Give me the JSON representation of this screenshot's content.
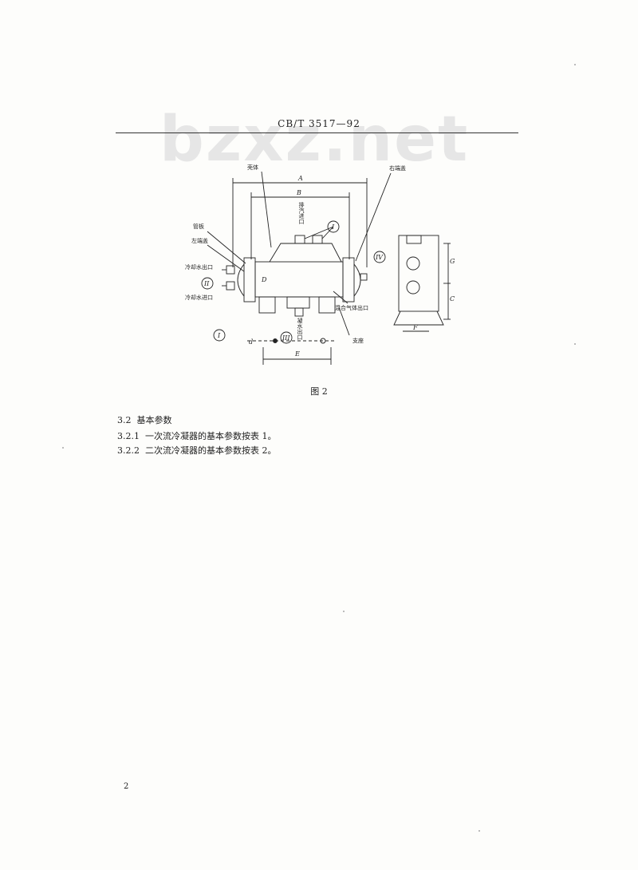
{
  "watermark": "bzxz.net",
  "header": {
    "code": "CB/T 3517—92"
  },
  "figure": {
    "caption": "图 2",
    "labels": {
      "shell": "壳体",
      "right_cover": "右端盖",
      "tube_sheet": "管板",
      "left_cover": "左端盖",
      "water_out": "冷却水出口",
      "water_in": "冷却水进口",
      "steam_in": "排汽进口",
      "condensate_out": "凝水出口",
      "mixed_gas_out": "混合气体出口",
      "support": "支座"
    },
    "dimensions": {
      "A": "A",
      "B": "B",
      "D": "D",
      "E": "E",
      "F": "F",
      "G": "G",
      "C": "C",
      "d": "d"
    },
    "markers": {
      "I": "I",
      "II": "II",
      "III": "III",
      "IV": "IV",
      "I_bottom": "I"
    }
  },
  "sections": [
    {
      "number": "3.2",
      "text": "基本参数"
    },
    {
      "number": "3.2.1",
      "text": "一次流冷凝器的基本参数按表 1。"
    },
    {
      "number": "3.2.2",
      "text": "二次流冷凝器的基本参数按表 2。"
    }
  ],
  "page_number": "2"
}
